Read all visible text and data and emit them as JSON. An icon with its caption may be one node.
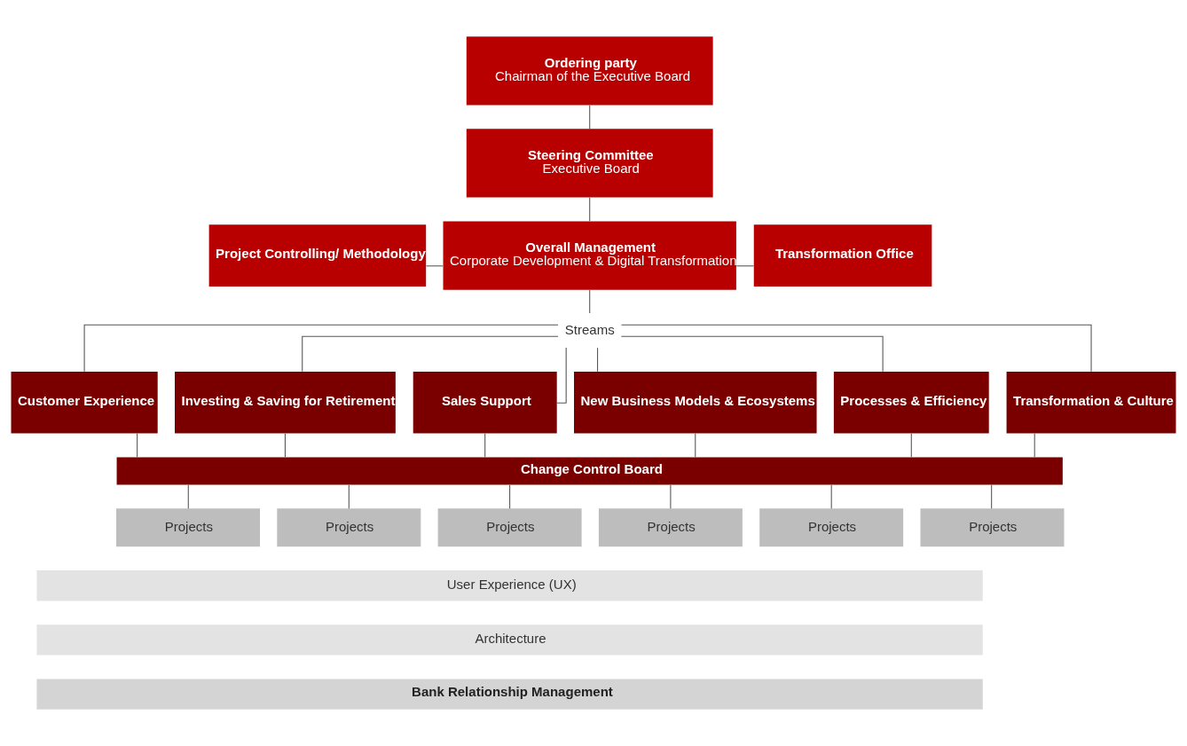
{
  "diagram": {
    "nodes": [
      {
        "text": [
          "Ordering party",
          "Chairman of the Executive Board"
        ]
      },
      {
        "text": [
          "Steering Committee",
          "Executive Board"
        ]
      },
      {
        "text": [
          "Project Controlling/ Methodology"
        ]
      },
      {
        "text": [
          "Overall Management",
          "Corporate Development & Digital Transformation"
        ]
      },
      {
        "text": [
          "Transformation Office"
        ]
      },
      {
        "text": [
          "Streams"
        ]
      },
      {
        "text": [
          "Customer Experience"
        ]
      },
      {
        "text": [
          "Investing & Saving for Retirement"
        ]
      },
      {
        "text": [
          "Sales Support"
        ]
      },
      {
        "text": [
          "New Business Models & Ecosystems"
        ]
      },
      {
        "text": [
          "Processes & Efficiency"
        ]
      },
      {
        "text": [
          "Transformation & Culture"
        ]
      },
      {
        "text": [
          "Change Control Board"
        ]
      },
      {
        "text": [
          "Projects"
        ]
      },
      {
        "text": [
          "Projects"
        ]
      },
      {
        "text": [
          "Projects"
        ]
      },
      {
        "text": [
          "Projects"
        ]
      },
      {
        "text": [
          "Projects"
        ]
      },
      {
        "text": [
          "Projects"
        ]
      },
      {
        "text": [
          "User Experience (UX)"
        ]
      },
      {
        "text": [
          "Architecture"
        ]
      },
      {
        "text": [
          "Bank Relationship Management"
        ]
      }
    ],
    "edges": [
      {
        "from": 0,
        "to": 1,
        "arrow": "none"
      },
      {
        "from": 1,
        "to": 3,
        "arrow": "none"
      },
      {
        "from": 2,
        "to": 3,
        "arrow": "none"
      },
      {
        "from": 3,
        "to": 4,
        "arrow": "none"
      },
      {
        "from": 3,
        "to": 5,
        "arrow": "none"
      },
      {
        "from": 5,
        "to": 6,
        "arrow": "none"
      },
      {
        "from": 5,
        "to": 7,
        "arrow": "none"
      },
      {
        "from": 5,
        "to": 8,
        "arrow": "none"
      },
      {
        "from": 5,
        "to": 9,
        "arrow": "none"
      },
      {
        "from": 5,
        "to": 10,
        "arrow": "none"
      },
      {
        "from": 5,
        "to": 11,
        "arrow": "none"
      },
      {
        "from": 6,
        "to": 12,
        "arrow": "none"
      },
      {
        "from": 7,
        "to": 12,
        "arrow": "none"
      },
      {
        "from": 8,
        "to": 12,
        "arrow": "none"
      },
      {
        "from": 9,
        "to": 12,
        "arrow": "none"
      },
      {
        "from": 10,
        "to": 12,
        "arrow": "none"
      },
      {
        "from": 11,
        "to": 12,
        "arrow": "none"
      },
      {
        "from": 12,
        "to": 13,
        "arrow": "none"
      },
      {
        "from": 12,
        "to": 14,
        "arrow": "none"
      },
      {
        "from": 12,
        "to": 15,
        "arrow": "none"
      },
      {
        "from": 12,
        "to": 16,
        "arrow": "none"
      },
      {
        "from": 12,
        "to": 17,
        "arrow": "none"
      },
      {
        "from": 12,
        "to": 18,
        "arrow": "none"
      }
    ]
  }
}
